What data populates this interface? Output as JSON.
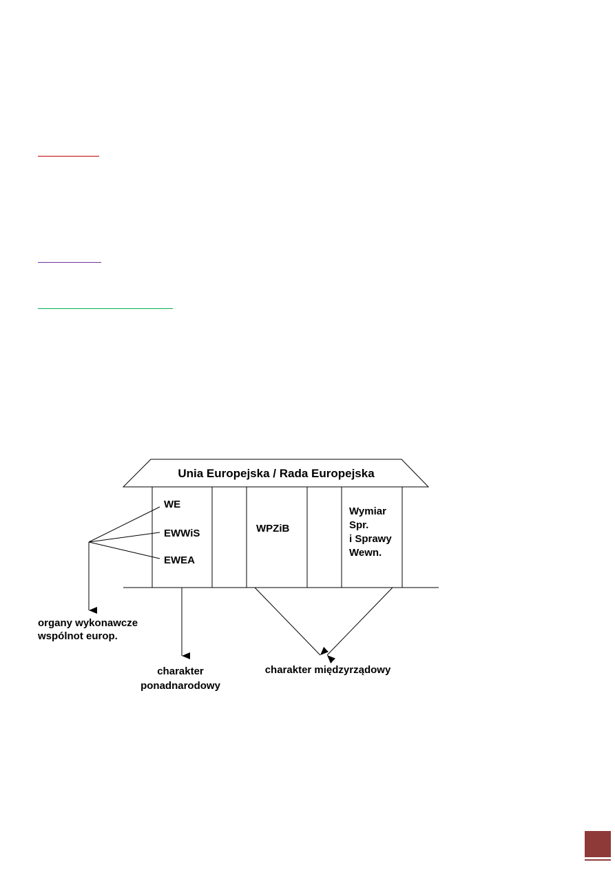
{
  "colors": {
    "rule_red": "#c00000",
    "rule_purple": "#7030a0",
    "rule_green": "#00b050",
    "page_badge": "#8e3a38"
  },
  "diagram": {
    "roof_label": "Unia Europejska / Rada Europejska",
    "pillar1": {
      "items": [
        "WE",
        "EWWiS",
        "EWEA"
      ]
    },
    "pillar2": {
      "label": "WPZiB"
    },
    "pillar3": {
      "lines": [
        "Wymiar",
        "Spr.",
        "i Sprawy",
        "Wewn."
      ]
    },
    "note_left": [
      "organy wykonawcze",
      "wspólnot europ."
    ],
    "note_center": [
      "charakter",
      "ponadnarodowy"
    ],
    "note_right": "charakter międzyrządowy"
  }
}
